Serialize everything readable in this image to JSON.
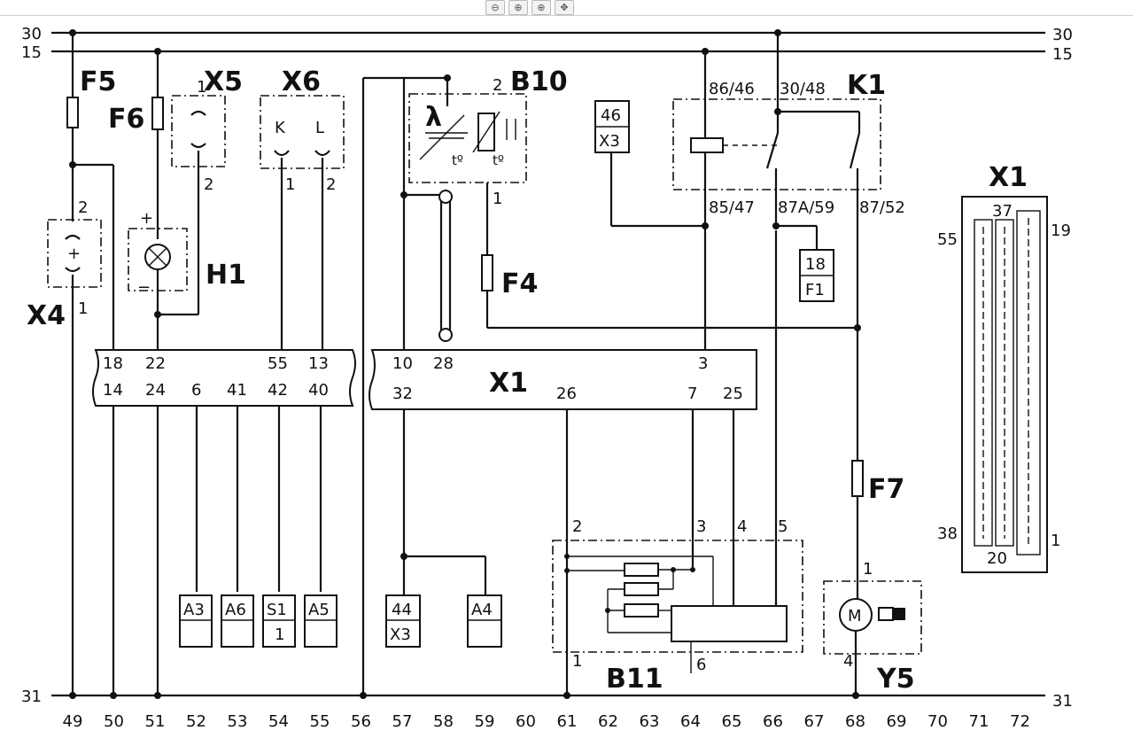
{
  "toolbar": [
    {
      "name": "zoom-out-button",
      "glyph": "⊖"
    },
    {
      "name": "zoom-in-button",
      "glyph": "⊕"
    },
    {
      "name": "zoom-fit-button",
      "glyph": "⊕"
    },
    {
      "name": "pan-button",
      "glyph": "✥"
    }
  ],
  "rails": {
    "r30": "30",
    "r15": "15",
    "r31": "31"
  },
  "components": {
    "F5": "F5",
    "F6": "F6",
    "F4": "F4",
    "F7": "F7",
    "X5": "X5",
    "X6": "X6",
    "X4": "X4",
    "H1": "H1",
    "B10": "B10",
    "B11": "B11",
    "K1": "K1",
    "Y5": "Y5",
    "X1_strip": "X1",
    "X1_conn": "X1"
  },
  "pins": {
    "x5_1": "1",
    "x5_2": "2",
    "x6_1": "1",
    "x6_2": "2",
    "x6_k": "K",
    "x6_l": "L",
    "x4_2": "2",
    "x4_1": "1",
    "h1_plus": "+",
    "h1_minus": "−",
    "b10_2": "2",
    "b10_1": "1",
    "b10_lambda": "λ",
    "b10_t1": "tº",
    "b10_t2": "tº",
    "k1_86": "86/46",
    "k1_30": "30/48",
    "k1_85": "85/47",
    "k1_87a": "87A/59",
    "k1_87": "87/52",
    "b11_2": "2",
    "b11_3": "3",
    "b11_4": "4",
    "b11_5": "5",
    "b11_1": "1",
    "b11_6": "6",
    "y5_1": "1",
    "y5_4": "4",
    "y5_m": "M"
  },
  "x1_strip_pins": {
    "top_left": [
      "18",
      "22",
      "55",
      "13"
    ],
    "bottom_left": [
      "14",
      "24",
      "6",
      "41",
      "42",
      "40"
    ],
    "top_right": [
      "10",
      "28",
      "3"
    ],
    "bottom_right": [
      "32",
      "26",
      "7",
      "25"
    ]
  },
  "refs": {
    "A3": "A3",
    "A6": "A6",
    "S1": "S1",
    "S1_sub": "1",
    "A5": "A5",
    "r44": "44",
    "r44_sub": "X3",
    "A4": "A4",
    "r46": "46",
    "r46_sub": "X3",
    "r18": "18",
    "r18_sub": "F1"
  },
  "x1_connector": {
    "p55": "55",
    "p37": "37",
    "p19": "19",
    "p38": "38",
    "p20": "20",
    "p1": "1"
  },
  "grid_numbers": [
    "49",
    "50",
    "51",
    "52",
    "53",
    "54",
    "55",
    "56",
    "57",
    "58",
    "59",
    "60",
    "61",
    "62",
    "63",
    "64",
    "65",
    "66",
    "67",
    "68",
    "69",
    "70",
    "71",
    "72"
  ]
}
